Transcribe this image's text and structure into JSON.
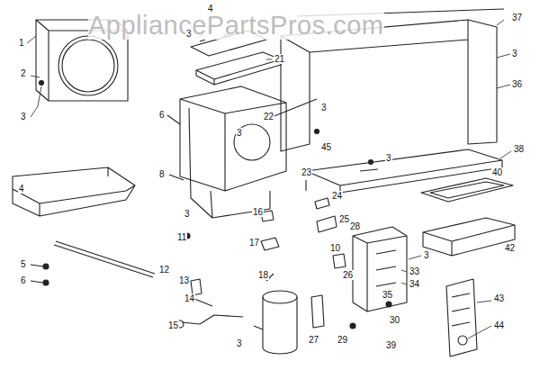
{
  "diagram": {
    "labels": [
      "AppliancePartsPros.com",
      "1",
      "2",
      "3",
      "4",
      "3",
      "21",
      "37",
      "3",
      "36",
      "22",
      "3",
      "45",
      "6",
      "8",
      "3",
      "3",
      "38",
      "23",
      "24",
      "25",
      "40",
      "42",
      "4",
      "3",
      "11",
      "12",
      "13",
      "14",
      "5",
      "6",
      "15",
      "16",
      "17",
      "18",
      "28",
      "10",
      "26",
      "3",
      "33",
      "34",
      "35",
      "30",
      "29",
      "27",
      "3",
      "39",
      "43",
      "44"
    ]
  }
}
